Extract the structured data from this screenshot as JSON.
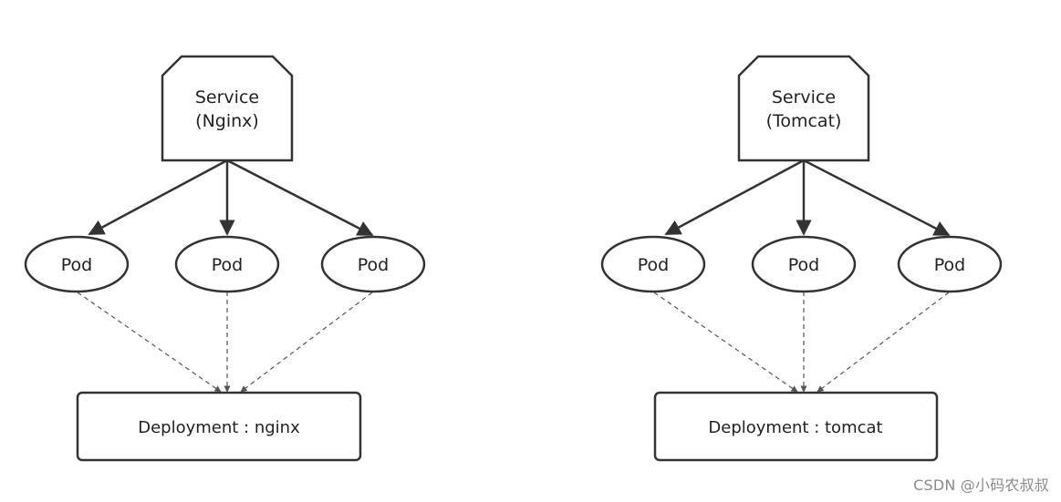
{
  "diagram": {
    "left": {
      "service": {
        "line1": "Service",
        "line2": "(Nginx)"
      },
      "pods": [
        {
          "label": "Pod"
        },
        {
          "label": "Pod"
        },
        {
          "label": "Pod"
        }
      ],
      "deployment": {
        "label": "Deployment : nginx"
      }
    },
    "right": {
      "service": {
        "line1": "Service",
        "line2": "(Tomcat)"
      },
      "pods": [
        {
          "label": "Pod"
        },
        {
          "label": "Pod"
        },
        {
          "label": "Pod"
        }
      ],
      "deployment": {
        "label": "Deployment : tomcat"
      }
    }
  },
  "watermark": {
    "text": "CSDN @小码农叔叔"
  },
  "style": {
    "stroke": "#333333",
    "dashed": "#555555",
    "text": "#222222",
    "background": "#ffffff"
  }
}
